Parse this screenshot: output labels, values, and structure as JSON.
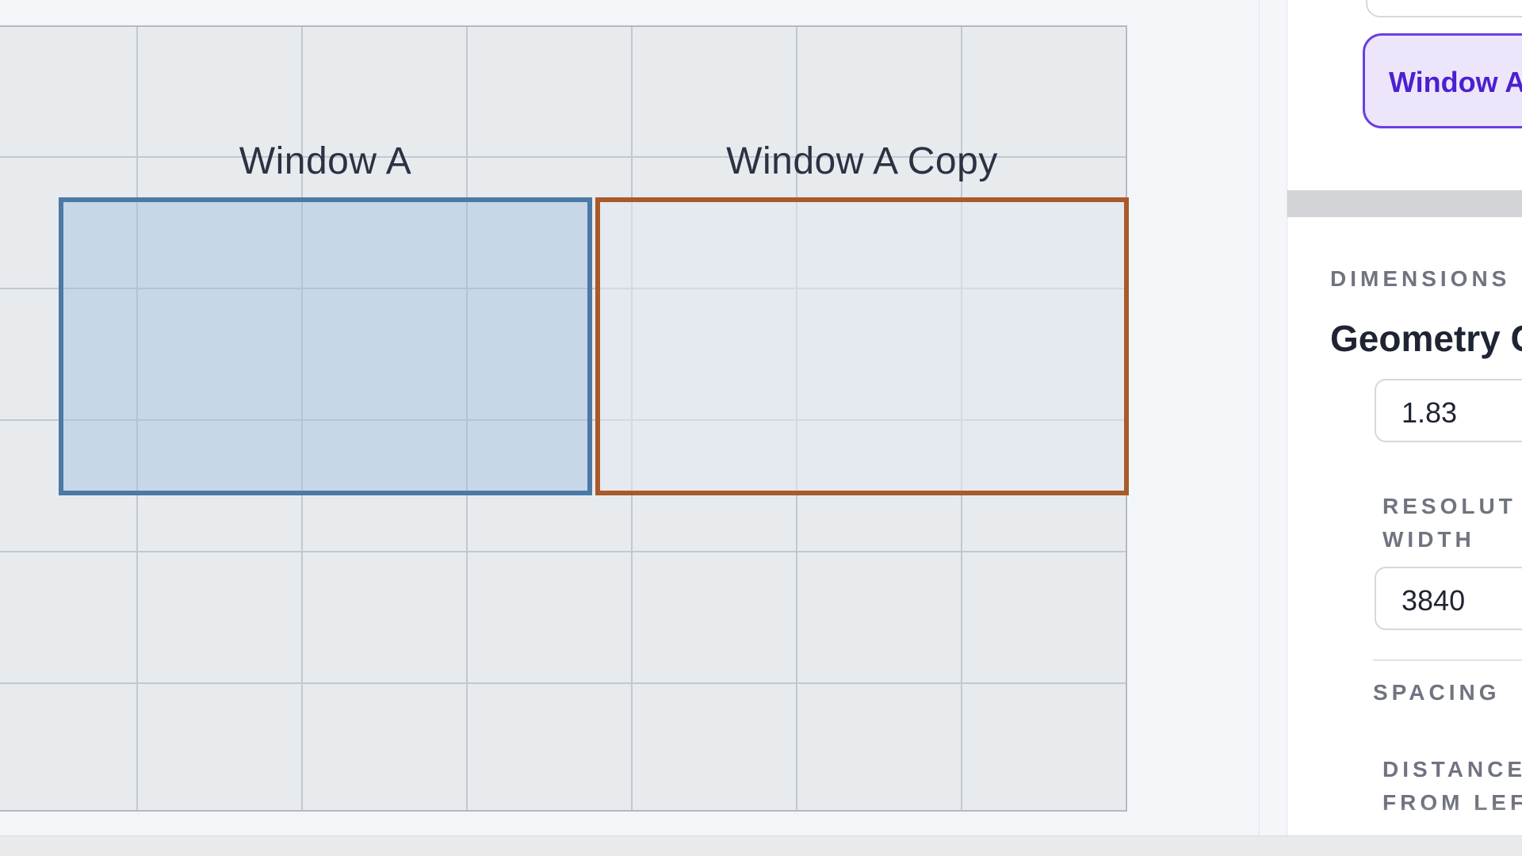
{
  "canvas": {
    "window_a": {
      "label": "Window A",
      "border_color": "#4c79a6"
    },
    "window_a_copy": {
      "label": "Window A Copy",
      "border_color": "#a95a2a"
    }
  },
  "panel": {
    "selected_window_chip": "Window A",
    "dimensions_label": "DIMENSIONS",
    "geometry_heading": "Geometry C",
    "geometry_value": "1.83",
    "resolution_width_label": "RESOLUT\nWIDTH",
    "resolution_width_value": "3840",
    "spacing_label": "SPACING",
    "distance_label": "DISTANCE\nFROM LEF",
    "accent_color": "#6b3fe0"
  }
}
